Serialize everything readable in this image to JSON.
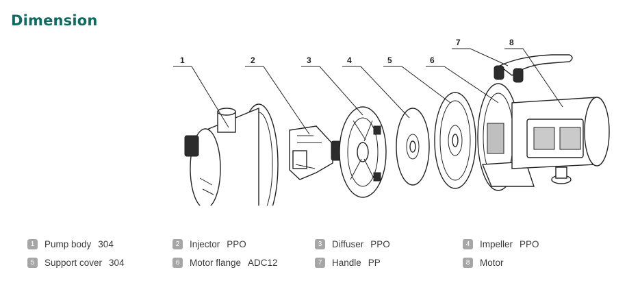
{
  "header": {
    "title": "Dimension"
  },
  "callouts": [
    "1",
    "2",
    "3",
    "4",
    "5",
    "6",
    "7",
    "8"
  ],
  "legend": [
    {
      "num": "1",
      "name": "Pump body",
      "material": "304"
    },
    {
      "num": "2",
      "name": "Injector",
      "material": "PPO"
    },
    {
      "num": "3",
      "name": "Diffuser",
      "material": "PPO"
    },
    {
      "num": "4",
      "name": "Impeller",
      "material": "PPO"
    },
    {
      "num": "5",
      "name": "Support cover",
      "material": "304"
    },
    {
      "num": "6",
      "name": "Motor flange",
      "material": "ADC12"
    },
    {
      "num": "7",
      "name": "Handle",
      "material": "PP"
    },
    {
      "num": "8",
      "name": "Motor",
      "material": ""
    }
  ],
  "colors": {
    "title": "#0f6a62",
    "badge": "#a6a6a6",
    "line": "#222222"
  }
}
